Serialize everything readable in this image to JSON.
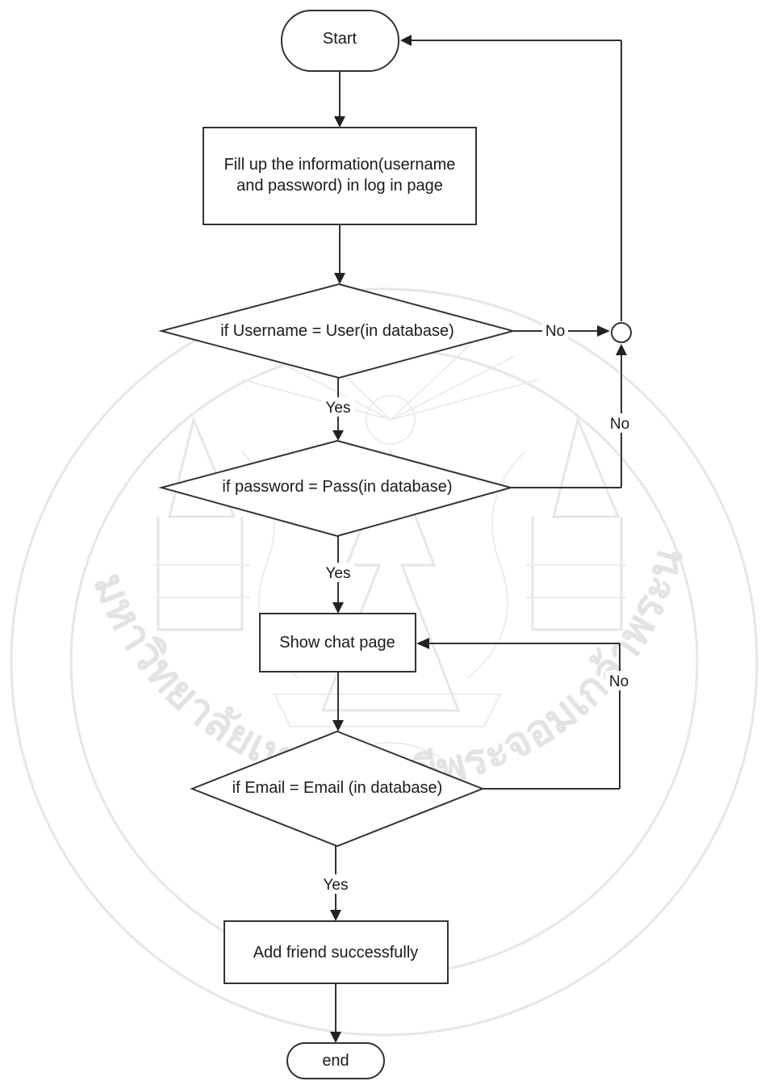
{
  "watermark": {
    "seal_text": "มหาวิทยาลัยเทคโนโลยีพระจอมเกล้าพระนครเหนือ"
  },
  "nodes": {
    "start": "Start",
    "fill_info_line1": "Fill up the information(username",
    "fill_info_line2": "and password)  in log in page",
    "check_username": "if   Username = User(in database)",
    "check_password": "if password = Pass(in database)",
    "show_chat": "Show chat page",
    "check_email": "if  Email = Email (in database)",
    "add_friend": "Add friend successfully",
    "end": "end"
  },
  "edges": {
    "username_no": "No",
    "password_no": "No",
    "email_no": "No",
    "username_yes": "Yes",
    "password_yes": "Yes",
    "email_yes": "Yes"
  }
}
